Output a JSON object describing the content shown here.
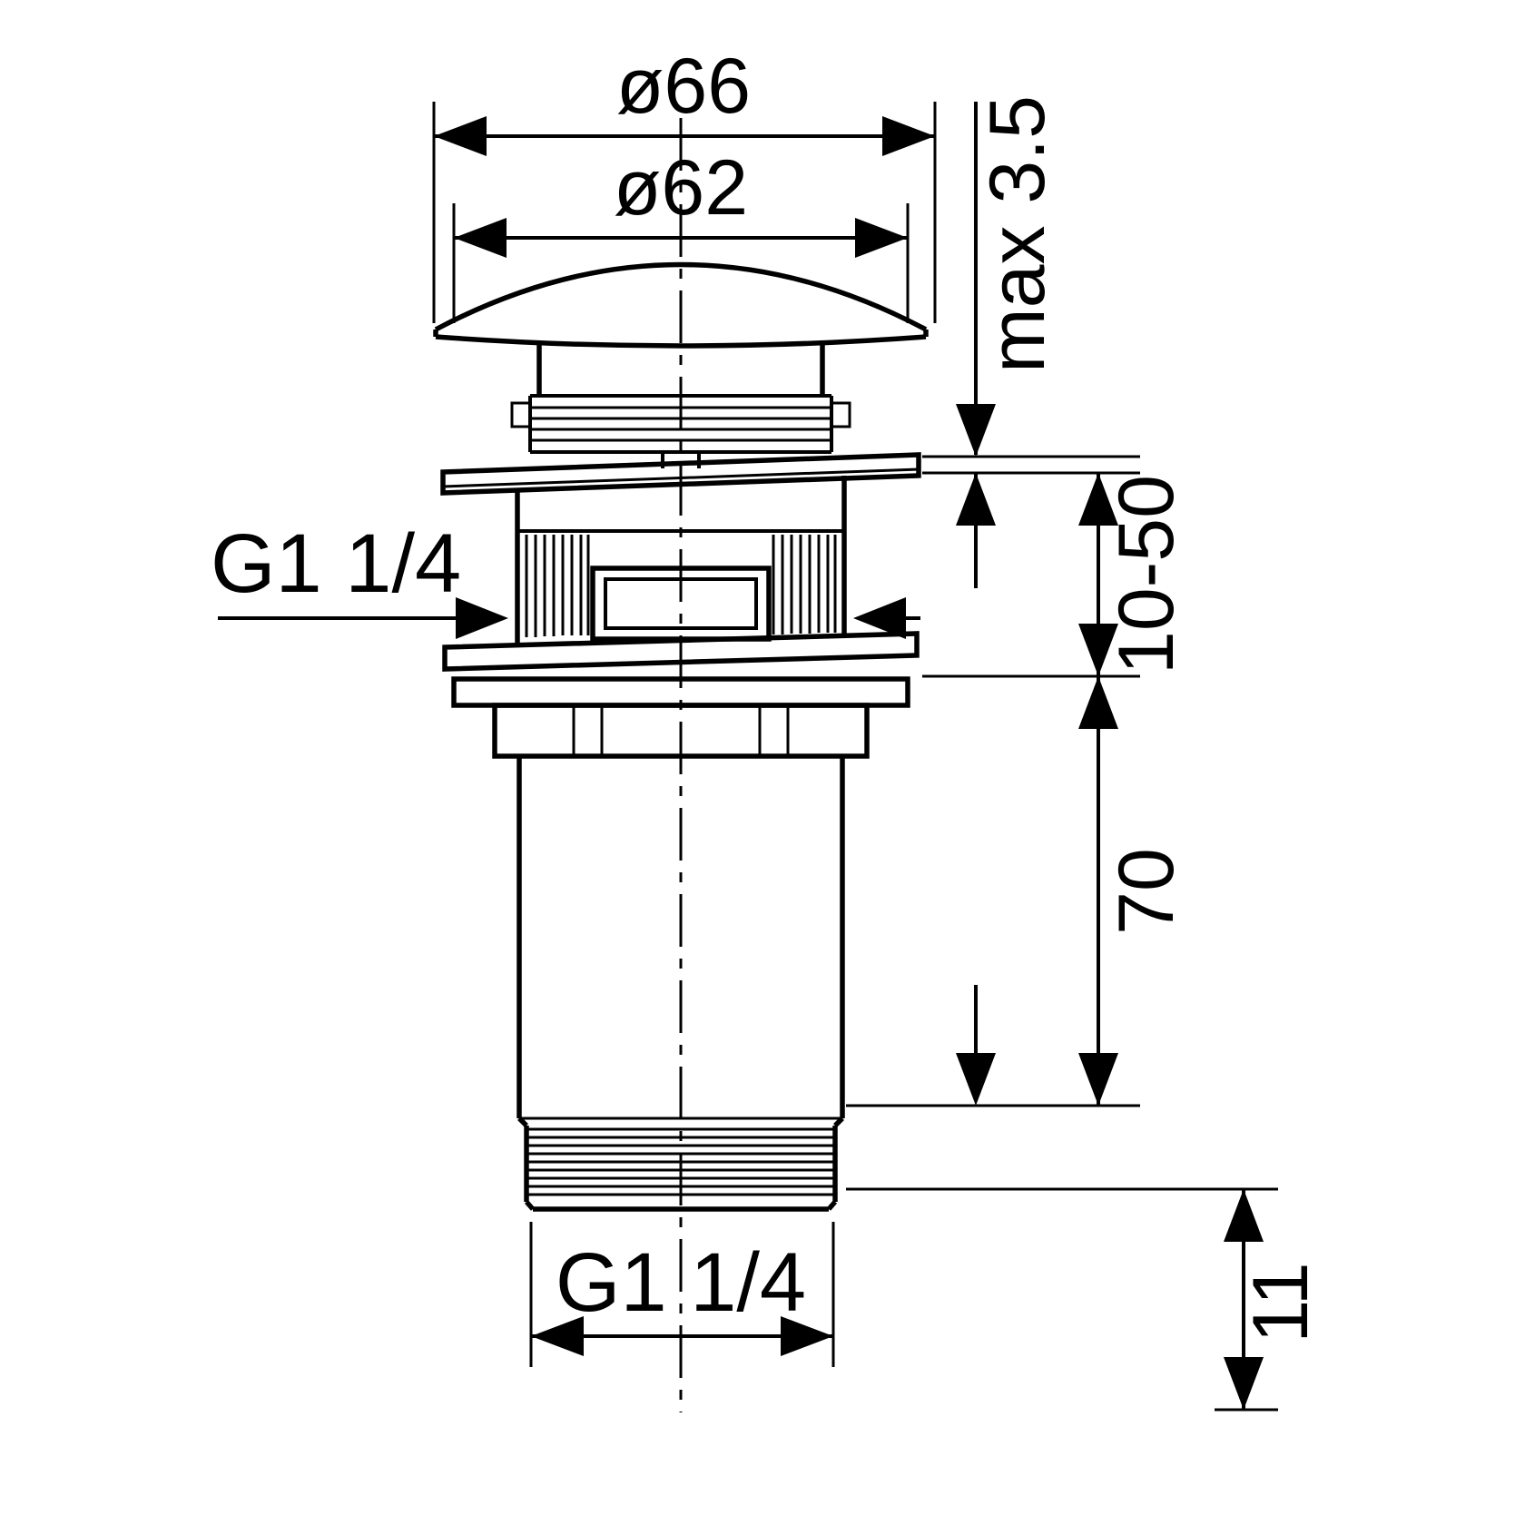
{
  "colors": {
    "line": "#000000",
    "background": "#ffffff"
  },
  "dimensions": {
    "cap_outer_diameter": "ø66",
    "cap_inner_diameter": "ø62",
    "cap_travel_max": "max 3.5",
    "mounting_range": "10-50",
    "body_length": "70",
    "thread_length": "11",
    "inlet_thread": "G1 1/4",
    "outlet_thread": "G1 1/4"
  }
}
